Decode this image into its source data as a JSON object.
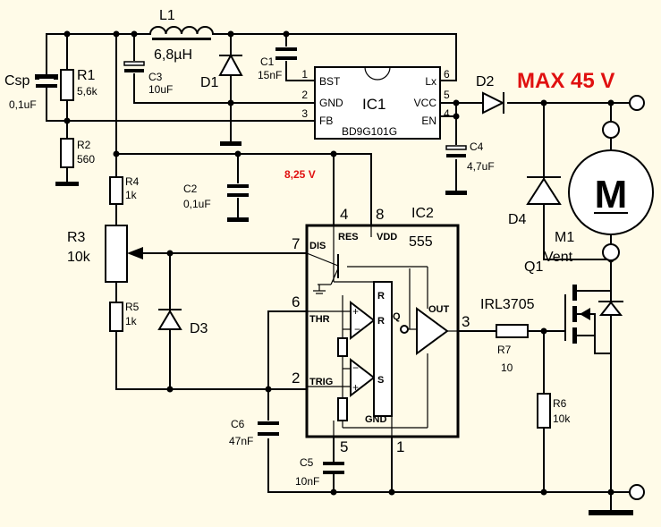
{
  "components": {
    "csp": {
      "name": "Csp",
      "value": "0,1uF"
    },
    "r1": {
      "name": "R1",
      "value": "5,6k"
    },
    "r2": {
      "name": "R2",
      "value": "560"
    },
    "l1": {
      "name": "L1",
      "value": "6,8µH"
    },
    "c3": {
      "name": "C3",
      "value": "10uF"
    },
    "d1": {
      "name": "D1"
    },
    "c1": {
      "name": "C1",
      "value": "15nF"
    },
    "ic1": {
      "name": "IC1",
      "part": "BD9G101G",
      "pins": {
        "bst": "BST",
        "gnd": "GND",
        "fb": "FB",
        "lx": "Lx",
        "vcc": "VCC",
        "en": "EN"
      },
      "pin_numbers": {
        "bst": "1",
        "gnd": "2",
        "fb": "3",
        "lx": "6",
        "vcc": "5",
        "en": "4"
      }
    },
    "d2": {
      "name": "D2"
    },
    "c4": {
      "name": "C4",
      "value": "4,7uF"
    },
    "r4": {
      "name": "R4",
      "value": "1k"
    },
    "r3": {
      "name": "R3",
      "value": "10k"
    },
    "r5": {
      "name": "R5",
      "value": "1k"
    },
    "d3": {
      "name": "D3"
    },
    "c2": {
      "name": "C2",
      "value": "0,1uF"
    },
    "ic2": {
      "name": "IC2",
      "part": "555",
      "pins": {
        "res": "RES",
        "vdd": "VDD",
        "dis": "DIS",
        "thr": "THR",
        "trig": "TRIG",
        "out": "OUT",
        "gnd": "GND",
        "r": "R",
        "s": "S",
        "q": "Q"
      },
      "pin_numbers": {
        "res": "4",
        "vdd": "8",
        "dis": "7",
        "thr": "6",
        "trig": "2",
        "out": "3",
        "gnd": "1",
        "ctrl": "5"
      }
    },
    "c6": {
      "name": "C6",
      "value": "47nF"
    },
    "c5": {
      "name": "C5",
      "value": "10nF"
    },
    "d4": {
      "name": "D4"
    },
    "m1": {
      "name": "M1",
      "value": "Vent",
      "symbol": "M"
    },
    "q1": {
      "name": "Q1",
      "value": "IRL3705"
    },
    "r7": {
      "name": "R7",
      "value": "10"
    },
    "r6": {
      "name": "R6",
      "value": "10k"
    }
  },
  "annotations": {
    "supply_voltage": "8,25 V",
    "max_voltage": "MAX  45 V"
  },
  "colors": {
    "background": "#fffbe8",
    "highlight": "#e01010"
  }
}
